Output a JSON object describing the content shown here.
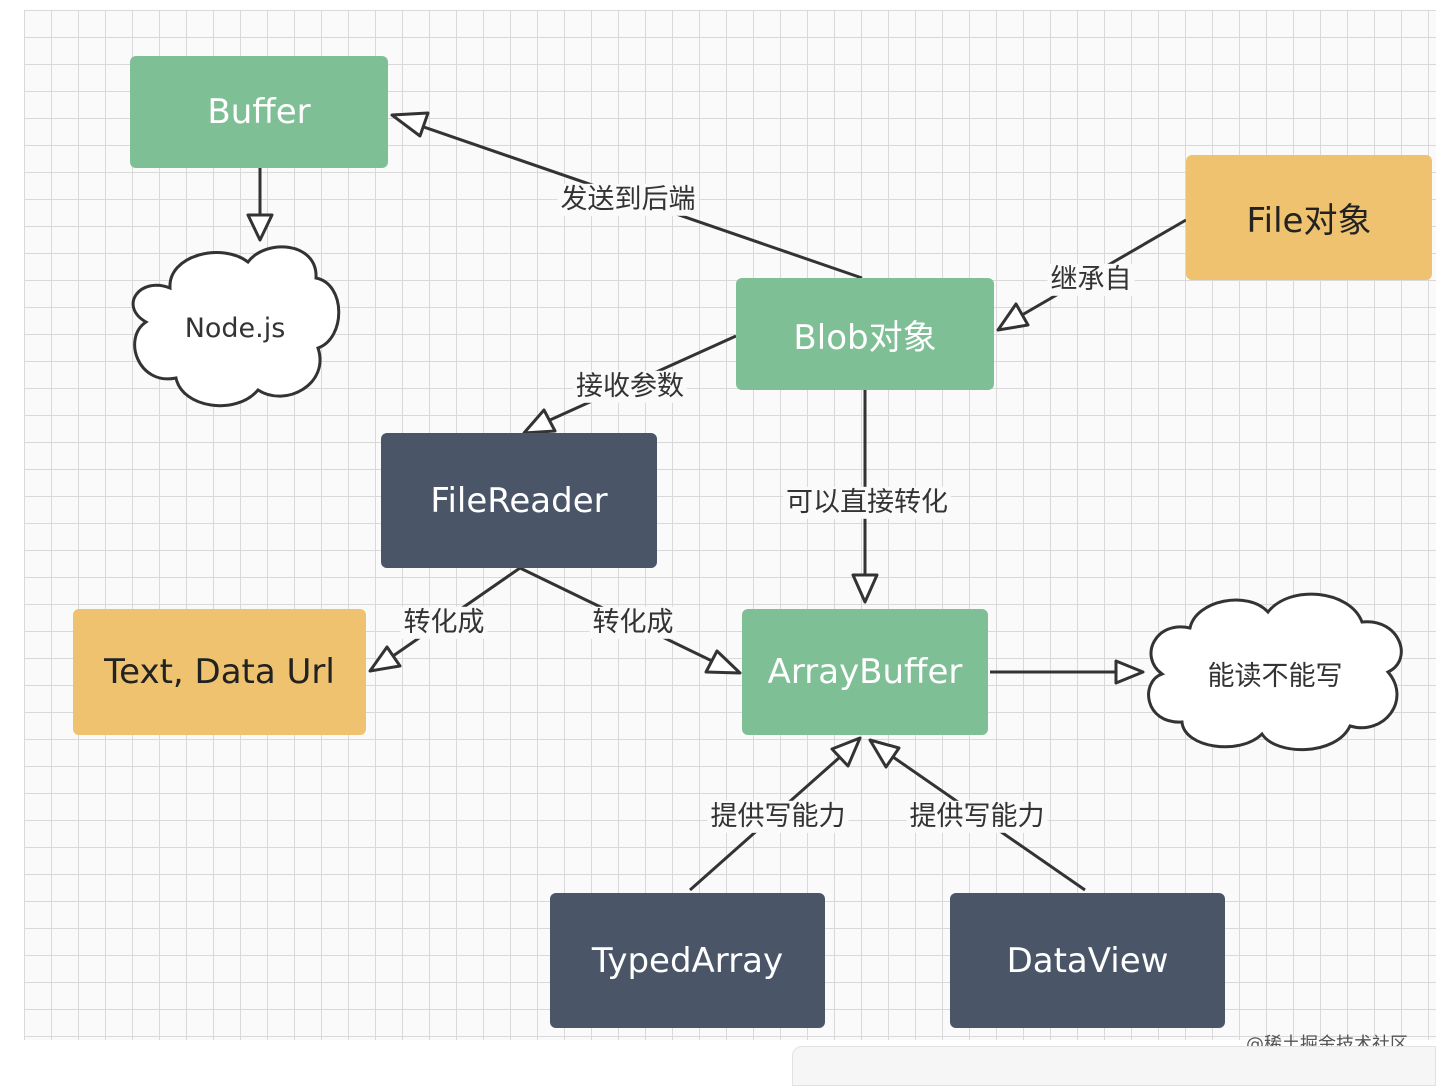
{
  "nodes": {
    "buffer": "Buffer",
    "nodejs": "Node.js",
    "file_object": "File对象",
    "blob_object": "Blob对象",
    "filereader": "FileReader",
    "text_dataurl": "Text, Data Url",
    "arraybuffer": "ArrayBuffer",
    "read_not_write": "能读不能写",
    "typedarray": "TypedArray",
    "dataview": "DataView"
  },
  "edges": {
    "send_to_backend": "发送到后端",
    "inherits_from": "继承自",
    "receive_param": "接收参数",
    "direct_convert": "可以直接转化",
    "convert_to_text": "转化成",
    "convert_to_arraybuffer": "转化成",
    "typedarray_write": "提供写能力",
    "dataview_write": "提供写能力"
  },
  "colors": {
    "green": "#7fbf96",
    "yellow": "#eec26f",
    "dark": "#4a5668",
    "line": "#333333"
  },
  "watermark": "@稀土掘金技术社区"
}
